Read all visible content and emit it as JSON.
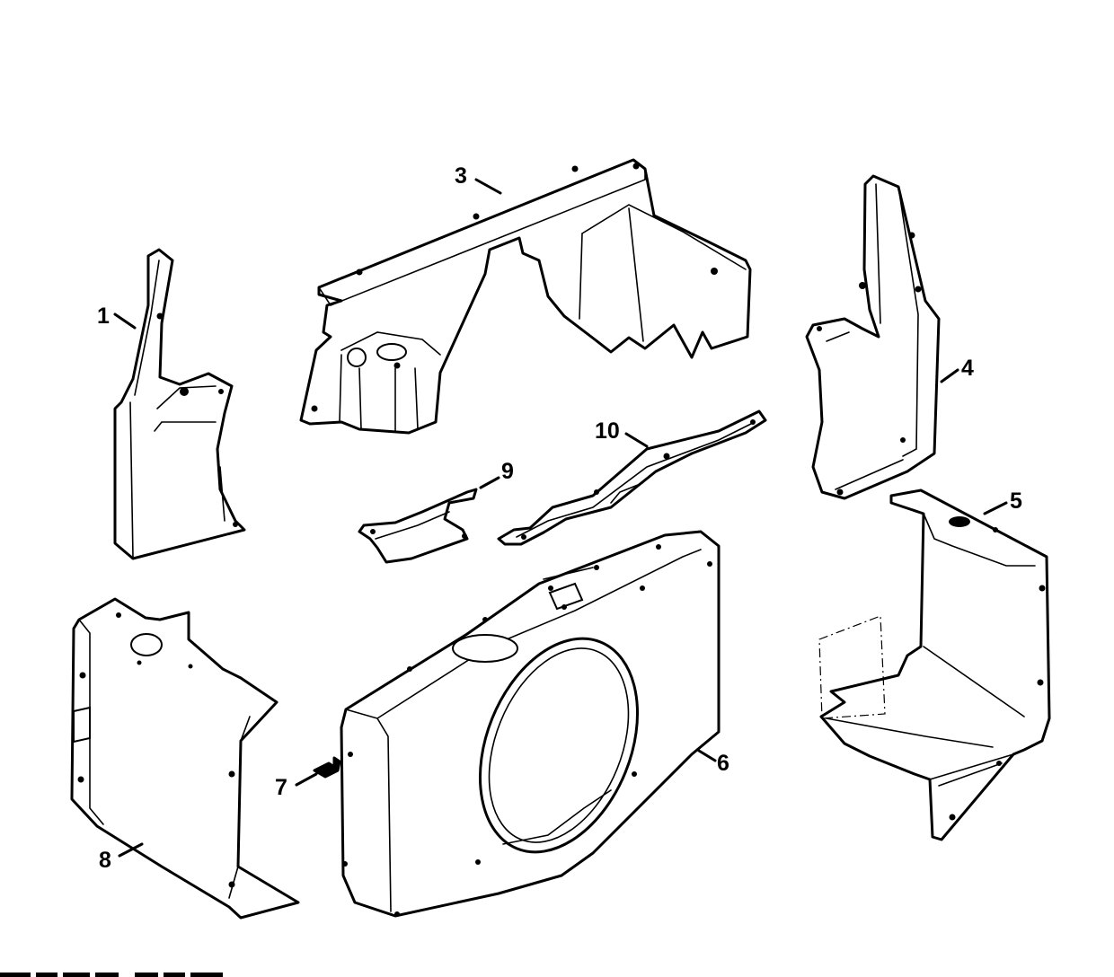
{
  "callouts": {
    "c1": "1",
    "c3": "3",
    "c4": "4",
    "c5": "5",
    "c6": "6",
    "c7": "7",
    "c8": "8",
    "c9": "9",
    "c10": "10"
  }
}
